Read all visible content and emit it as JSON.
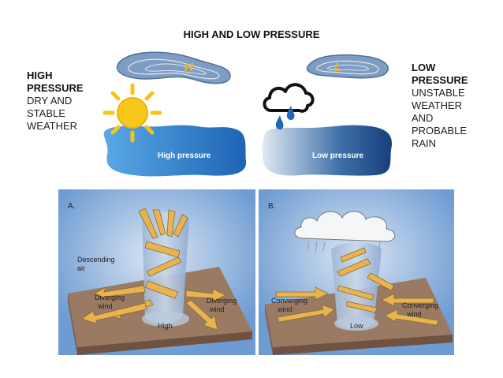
{
  "title": "HIGH AND LOW PRESSURE",
  "left": {
    "heading1": "HIGH",
    "heading2": "PRESSURE",
    "body": [
      "DRY AND",
      "STABLE",
      "WEATHER"
    ]
  },
  "right": {
    "heading1": "LOW",
    "heading2": "PRESSURE",
    "body": [
      "UNSTABLE",
      "WEATHER",
      "AND",
      "PROBABLE",
      "RAIN"
    ]
  },
  "top_panels": {
    "high_symbol": "H",
    "low_symbol": "L",
    "high_label": "High pressure",
    "low_label": "Low pressure"
  },
  "figure_a": {
    "letter": "A.",
    "descending_1": "Descending",
    "descending_2": "air",
    "diverging_left_1": "Diverging",
    "diverging_left_2": "wind",
    "diverging_right_1": "Diverging",
    "diverging_right_2": "wind",
    "center": "High"
  },
  "figure_b": {
    "letter": "B.",
    "converging_left_1": "Converging",
    "converging_left_2": "wind",
    "converging_right_1": "Converging",
    "converging_right_2": "wind",
    "center": "Low"
  },
  "colors": {
    "sky_blue": "#2f7fc6",
    "ground": "#9a7a63",
    "arrow": "#e8b452",
    "sun": "#f5c518"
  }
}
